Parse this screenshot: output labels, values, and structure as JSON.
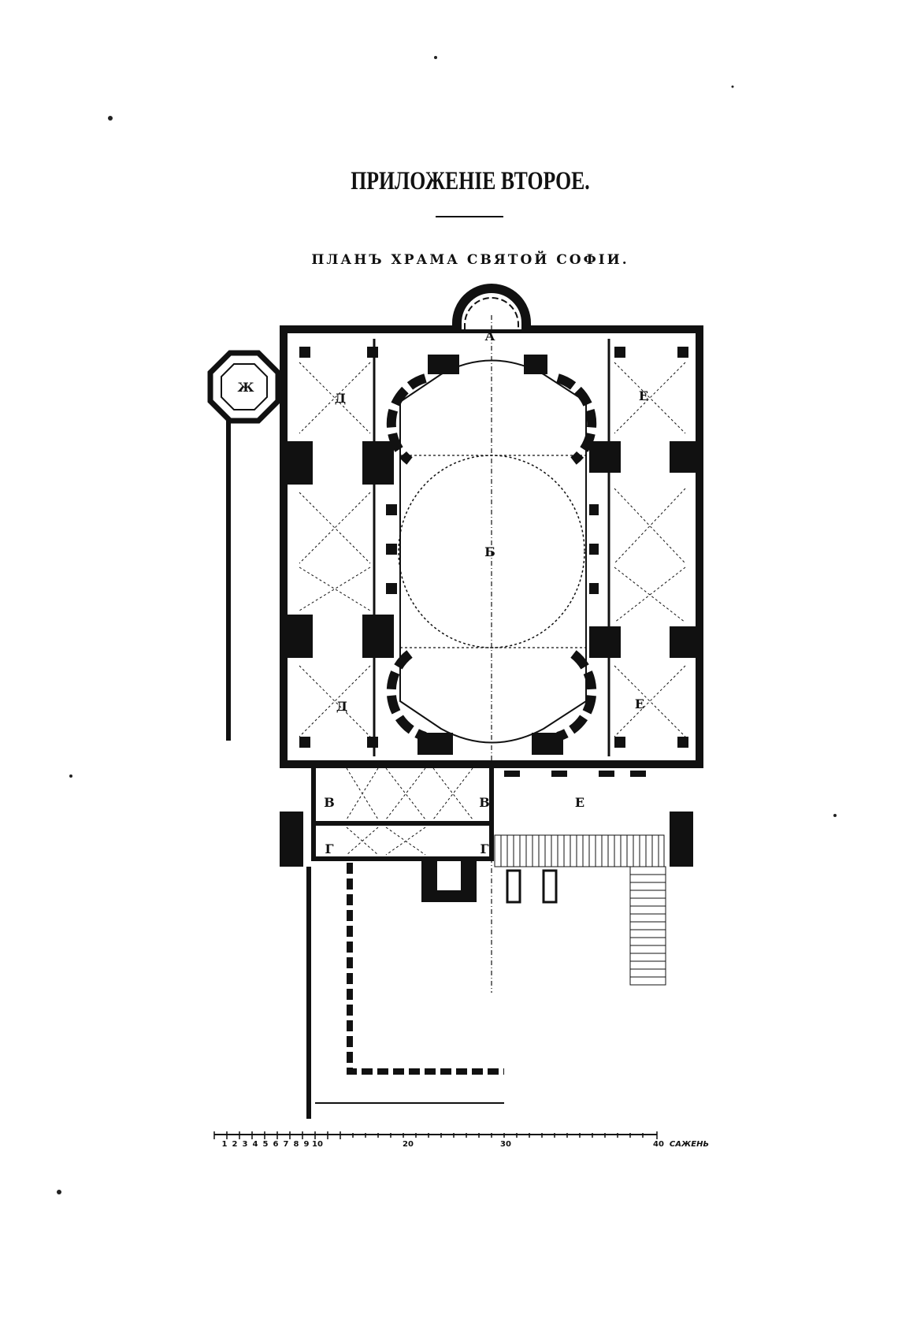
{
  "page": {
    "title": "ПРИЛОЖЕНІЕ ВТОРОЕ.",
    "subtitle": "ПЛАНЪ ХРАМА СВЯТОЙ СОФІИ."
  },
  "plan": {
    "labels": {
      "apse": "А",
      "nave": "Б",
      "narthex_left": "В",
      "narthex_right": "В",
      "exonarthex_left": "Г",
      "exonarthex_right": "Г",
      "aisle_nw": "Д",
      "aisle_sw": "Д",
      "aisle_ne": "Е",
      "aisle_se": "Е",
      "annex": "Е",
      "baptistery": "Ж"
    }
  },
  "scale": {
    "ticks": [
      "1",
      "2",
      "3",
      "4",
      "5",
      "6",
      "7",
      "8",
      "9",
      "10",
      "20",
      "30",
      "40"
    ],
    "unit": "САЖЕНЬ"
  }
}
